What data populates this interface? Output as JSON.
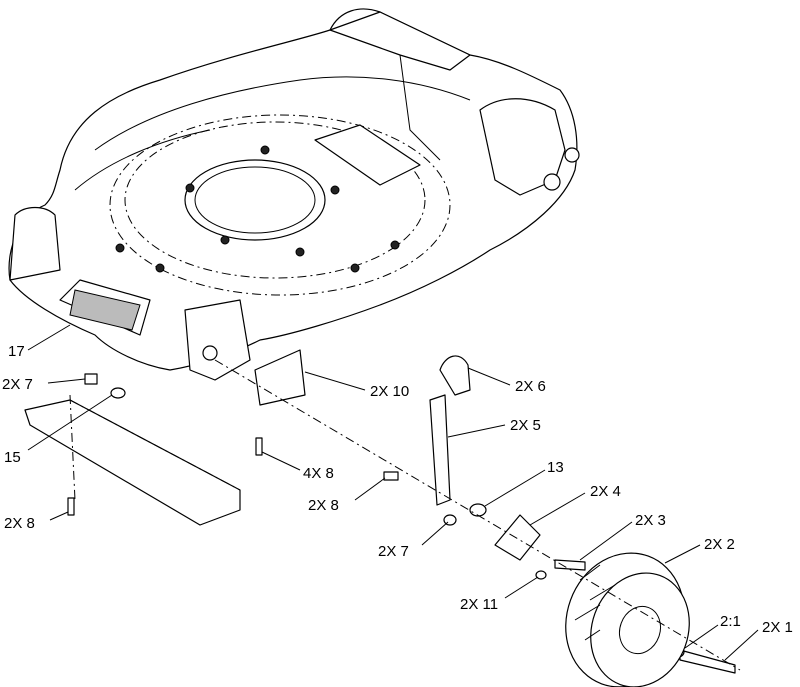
{
  "callouts": {
    "c17": "17",
    "c2x7_left": "2X 7",
    "c15": "15",
    "c2x8_left": "2X 8",
    "c2x10": "2X 10",
    "c4x8": "4X 8",
    "c2x8_mid": "2X 8",
    "c2x6": "2X 6",
    "c2x5": "2X 5",
    "c13": "13",
    "c2x4": "2X 4",
    "c2x3": "2X 3",
    "c2x7_mid": "2X 7",
    "c2x2": "2X 2",
    "c2x11": "2X 11",
    "c2to1": "2:1",
    "c2x1": "2X 1"
  },
  "colors": {
    "line": "#000000",
    "background": "#ffffff"
  }
}
